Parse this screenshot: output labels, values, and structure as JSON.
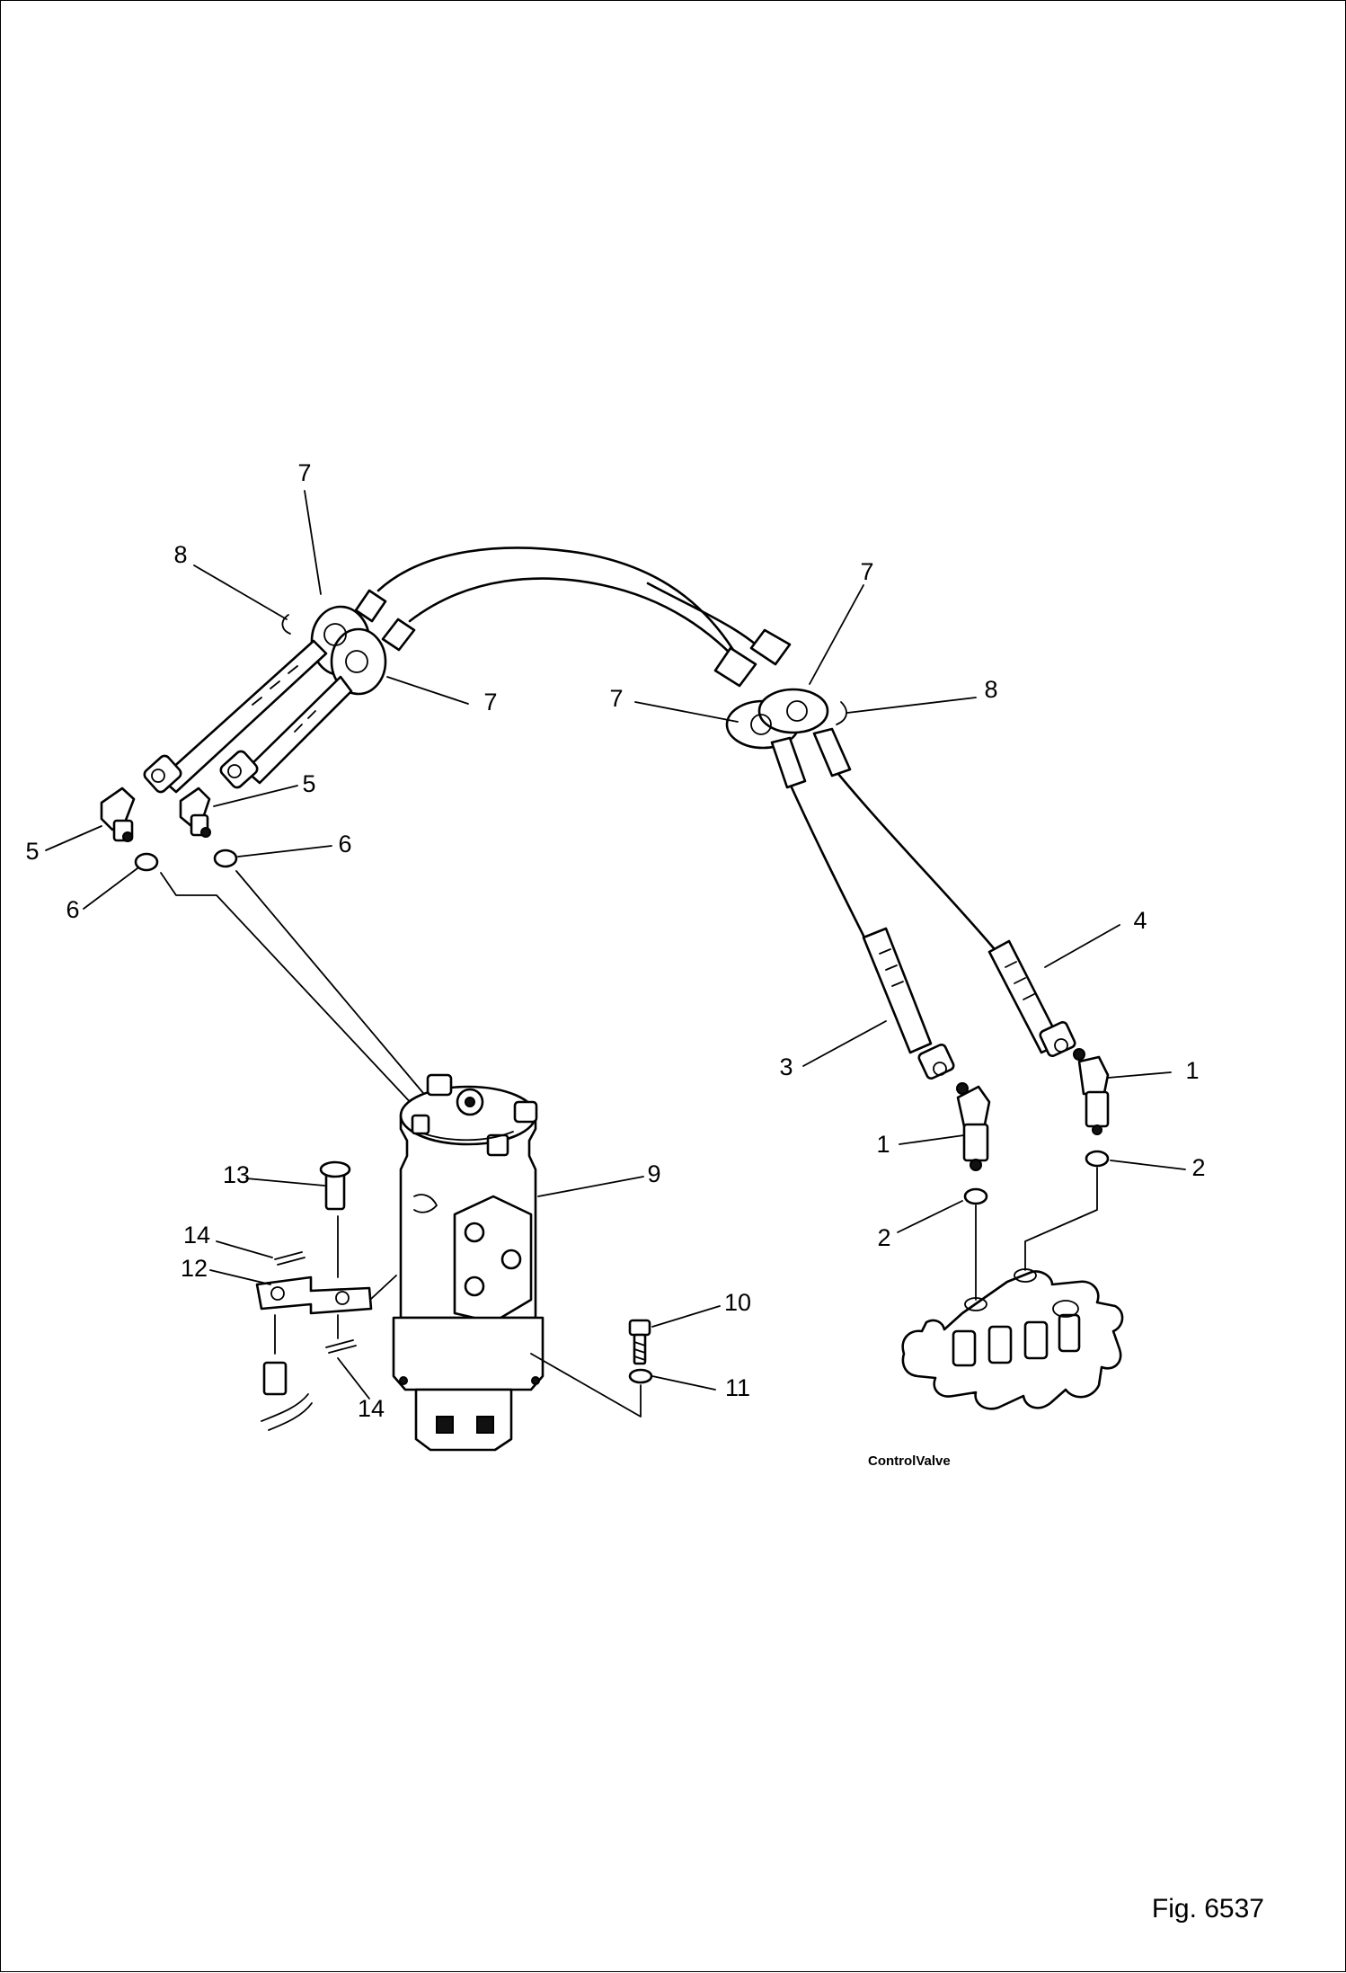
{
  "figure": {
    "label": "Fig. 6537"
  },
  "diagram": {
    "callouts": {
      "p1": "1",
      "p2": "1",
      "p3": "2",
      "p4": "2",
      "p5": "3",
      "p6": "4",
      "p7": "5",
      "p8": "5",
      "p9": "6",
      "p10": "6",
      "p11": "7",
      "p12": "7",
      "p13": "7",
      "p14": "7",
      "p15": "8",
      "p16": "8",
      "p17": "9",
      "p18": "10",
      "p19": "11",
      "p20": "12",
      "p21": "13",
      "p22": "14",
      "p23": "14"
    },
    "annotation": "ControlValve"
  }
}
